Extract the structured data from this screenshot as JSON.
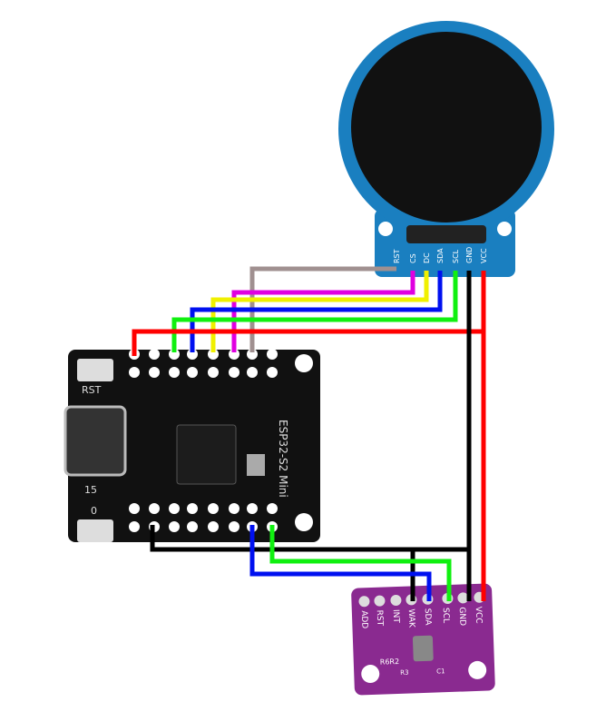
{
  "display": {
    "pins": [
      "RST",
      "CS",
      "DC",
      "SDA",
      "SCL",
      "GND",
      "VCC"
    ]
  },
  "esp": {
    "title": "ESP32-S2 Mini",
    "rst_label": "RST",
    "label_15": "15",
    "label_0": "0"
  },
  "sensor": {
    "pins": [
      "ADD",
      "RST",
      "INT",
      "WAK",
      "SDA",
      "SCL",
      "GND",
      "VCC"
    ],
    "r6r2": "R6R2",
    "r3": "R3",
    "c1": "C1"
  },
  "colors": {
    "rst": "#a09090",
    "cs": "#e000e0",
    "dc": "#f0f000",
    "sda": "#0010f0",
    "scl": "#10f010",
    "gnd": "#000000",
    "vcc": "#ff0000",
    "display_pcb": "#1a7fc0",
    "esp_pcb": "#111111",
    "sensor_pcb": "#8a2a90"
  }
}
